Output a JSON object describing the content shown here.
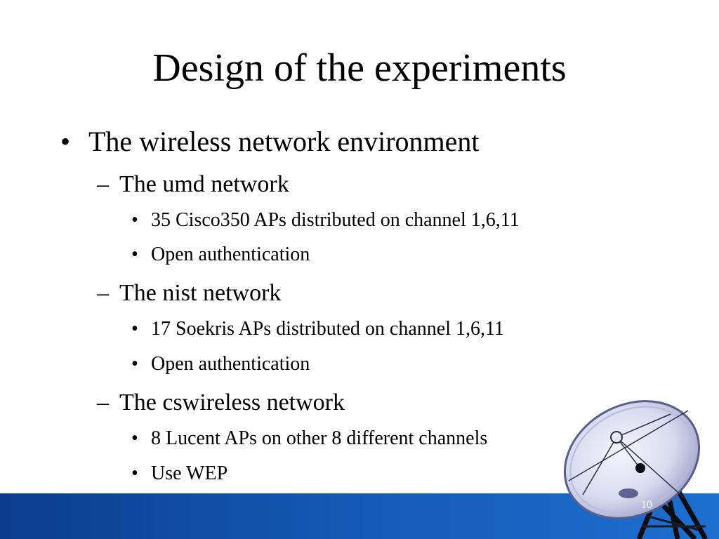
{
  "slide": {
    "title": "Design of the experiments",
    "bullets": {
      "level1_marker": "•",
      "level2_marker": "–",
      "level3_marker": "•",
      "environment": "The wireless network environment",
      "umd": {
        "heading": "The umd network",
        "items": [
          "35 Cisco350 APs distributed on channel 1,6,11",
          "Open authentication"
        ]
      },
      "nist": {
        "heading": "The nist network",
        "items": [
          "17 Soekris APs distributed on channel 1,6,11",
          "Open authentication"
        ]
      },
      "cswireless": {
        "heading": "The cswireless network",
        "items": [
          "8 Lucent APs on other 8 different channels",
          "Use WEP"
        ]
      }
    },
    "slide_number": "10",
    "decoration": {
      "image": "satellite-dish-icon",
      "footer_color": "#1457b3"
    }
  }
}
